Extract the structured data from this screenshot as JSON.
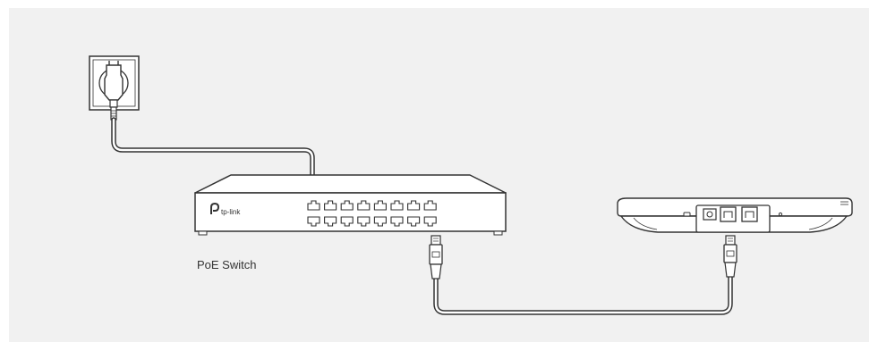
{
  "switch": {
    "brand": "tp-link",
    "label": "PoE Switch",
    "port_count": 16
  },
  "colors": {
    "background": "#f1f1f1",
    "outline": "#333333",
    "cable": "#333333",
    "fill": "#ffffff"
  },
  "icons": [
    "power-outlet-icon",
    "power-plug-icon",
    "poe-switch-icon",
    "ethernet-connector-icon",
    "access-point-icon"
  ]
}
